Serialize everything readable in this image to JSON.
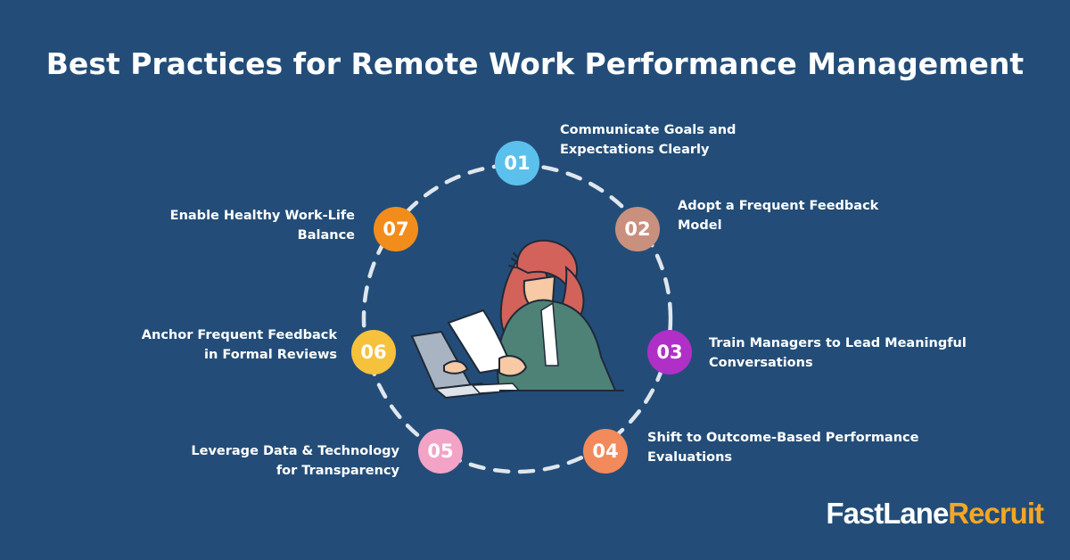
{
  "title": "Best Practices for Remote Work Performance Management",
  "steps": [
    {
      "number": "01",
      "color": "#5bc1ec",
      "line1": "Communicate Goals and",
      "line2": "Expectations Clearly"
    },
    {
      "number": "02",
      "color": "#c9907d",
      "line1": "Adopt a Frequent Feedback",
      "line2": "Model"
    },
    {
      "number": "03",
      "color": "#b02fc7",
      "line1": "Train Managers to Lead Meaningful",
      "line2": "Conversations"
    },
    {
      "number": "04",
      "color": "#f28a5b",
      "line1": "Shift to Outcome-Based Performance",
      "line2": "Evaluations"
    },
    {
      "number": "05",
      "color": "#f2a3c6",
      "line1": "Leverage Data & Technology",
      "line2": "for Transparency"
    },
    {
      "number": "06",
      "color": "#f6c23c",
      "line1": "Anchor Frequent Feedback",
      "line2": "in Formal Reviews"
    },
    {
      "number": "07",
      "color": "#f28c1a",
      "line1": "Enable Healthy Work-Life",
      "line2": "Balance"
    }
  ],
  "brand": {
    "part1": "FastLane",
    "part2": "Recruit"
  }
}
